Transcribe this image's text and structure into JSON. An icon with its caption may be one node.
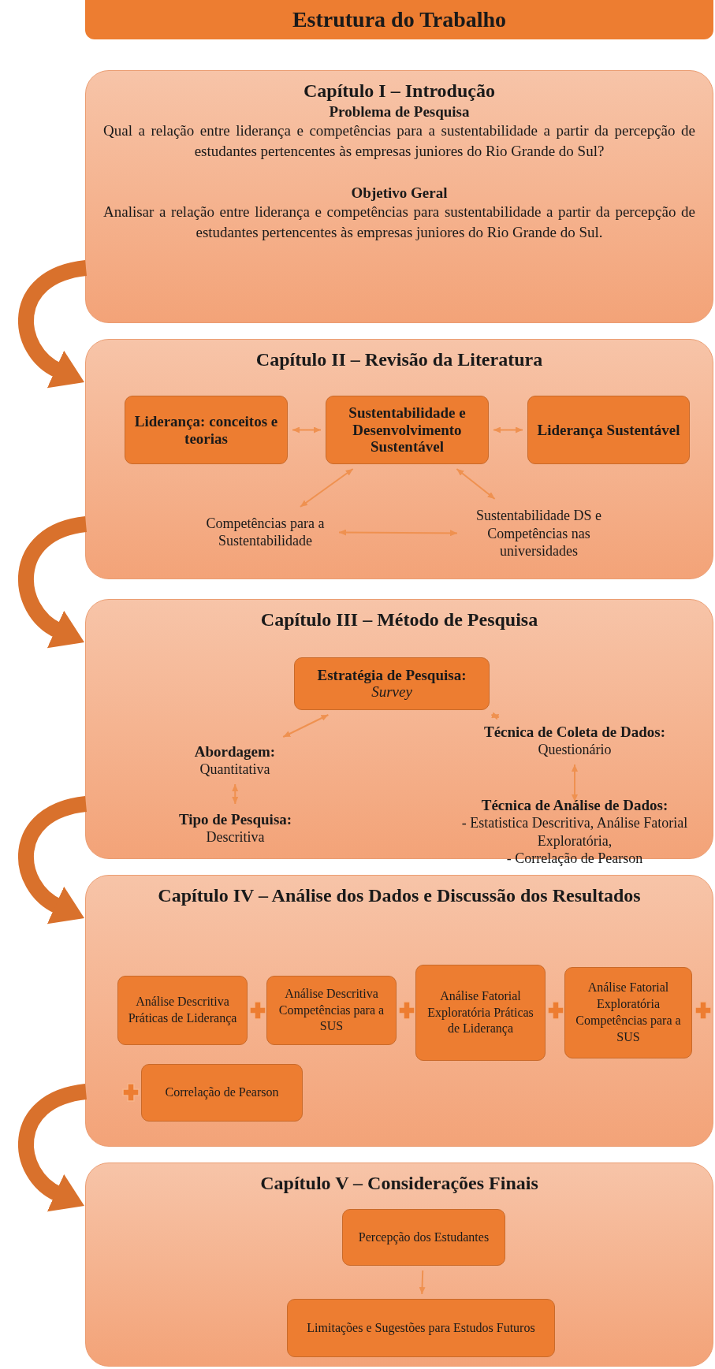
{
  "diagram": {
    "nodes": [
      {
        "text": [
          "Estrutura do Trabalho"
        ]
      },
      {
        "text": [
          "Capítulo I – Introdução",
          "Problema de Pesquisa",
          "Qual a relação entre liderança e competências para a sustentabilidade a partir da percepção de estudantes pertencentes às empresas juniores do Rio Grande do Sul?",
          "Objetivo Geral",
          "Analisar a relação entre liderança e competências para sustentabilidade a partir da percepção de estudantes pertencentes às empresas juniores do Rio Grande do Sul."
        ]
      },
      {
        "text": [
          "Capítulo II – Revisão da Literatura"
        ]
      },
      {
        "text": [
          "Liderança: conceitos e teorias"
        ],
        "in": 2
      },
      {
        "text": [
          "Sustentabilidade e Desenvolvimento Sustentável"
        ],
        "in": 2
      },
      {
        "text": [
          "Liderança Sustentável"
        ],
        "in": 2
      },
      {
        "text": [
          "Competências para a Sustentabilidade"
        ],
        "in": 2
      },
      {
        "text": [
          "Sustentabilidade DS e Competências nas universidades"
        ],
        "in": 2
      },
      {
        "text": [
          "Capítulo III – Método de Pesquisa"
        ]
      },
      {
        "text": [
          "Estratégia de Pesquisa:",
          "Survey"
        ],
        "in": 8
      },
      {
        "text": [
          "Abordagem:",
          "Quantitativa"
        ],
        "in": 8
      },
      {
        "text": [
          "Tipo de Pesquisa:",
          "Descritiva"
        ],
        "in": 8
      },
      {
        "text": [
          "Técnica de Coleta de Dados:",
          "Questionário"
        ],
        "in": 8
      },
      {
        "text": [
          "Técnica de Análise de Dados:",
          "- Estatistica Descritiva, Análise Fatorial Exploratória,",
          "- Correlação de Pearson"
        ],
        "in": 8
      },
      {
        "text": [
          "Capítulo IV – Análise dos Dados e Discussão dos Resultados"
        ]
      },
      {
        "text": [
          "Análise Descritiva Práticas de Liderança"
        ],
        "in": 14
      },
      {
        "text": [
          "Análise Descritiva Competências para a SUS"
        ],
        "in": 14
      },
      {
        "text": [
          "Análise Fatorial Exploratória Práticas de Liderança"
        ],
        "in": 14
      },
      {
        "text": [
          "Análise Fatorial Exploratória Competências para a SUS"
        ],
        "in": 14
      },
      {
        "text": [
          "Correlação de Pearson"
        ],
        "in": 14
      },
      {
        "text": [
          "Capítulo V – Considerações Finais"
        ]
      },
      {
        "text": [
          "Percepção dos Estudantes"
        ],
        "in": 20
      },
      {
        "text": [
          "Limitações e Sugestões para Estudos Futuros"
        ],
        "in": 20
      }
    ],
    "edges": [
      {
        "from": 1,
        "to": 2,
        "arrow": "to",
        "style": "thick",
        "color": "#d9712c"
      },
      {
        "from": 3,
        "to": 4,
        "arrow": "both"
      },
      {
        "from": 4,
        "to": 5,
        "arrow": "both"
      },
      {
        "from": 4,
        "to": 6,
        "arrow": "both"
      },
      {
        "from": 4,
        "to": 7,
        "arrow": "both"
      },
      {
        "from": 6,
        "to": 7,
        "arrow": "both"
      },
      {
        "from": 2,
        "to": 8,
        "arrow": "to",
        "style": "thick",
        "color": "#d9712c"
      },
      {
        "from": 9,
        "to": 10,
        "arrow": "both"
      },
      {
        "from": 9,
        "to": 12,
        "arrow": "both"
      },
      {
        "from": 10,
        "to": 11,
        "arrow": "both"
      },
      {
        "from": 12,
        "to": 13,
        "arrow": "both"
      },
      {
        "from": 8,
        "to": 14,
        "arrow": "to",
        "style": "thick",
        "color": "#d9712c"
      },
      {
        "from": 14,
        "to": 20,
        "arrow": "to",
        "style": "thick",
        "color": "#d9712c"
      },
      {
        "from": 21,
        "to": 22,
        "arrow": "to"
      }
    ]
  }
}
